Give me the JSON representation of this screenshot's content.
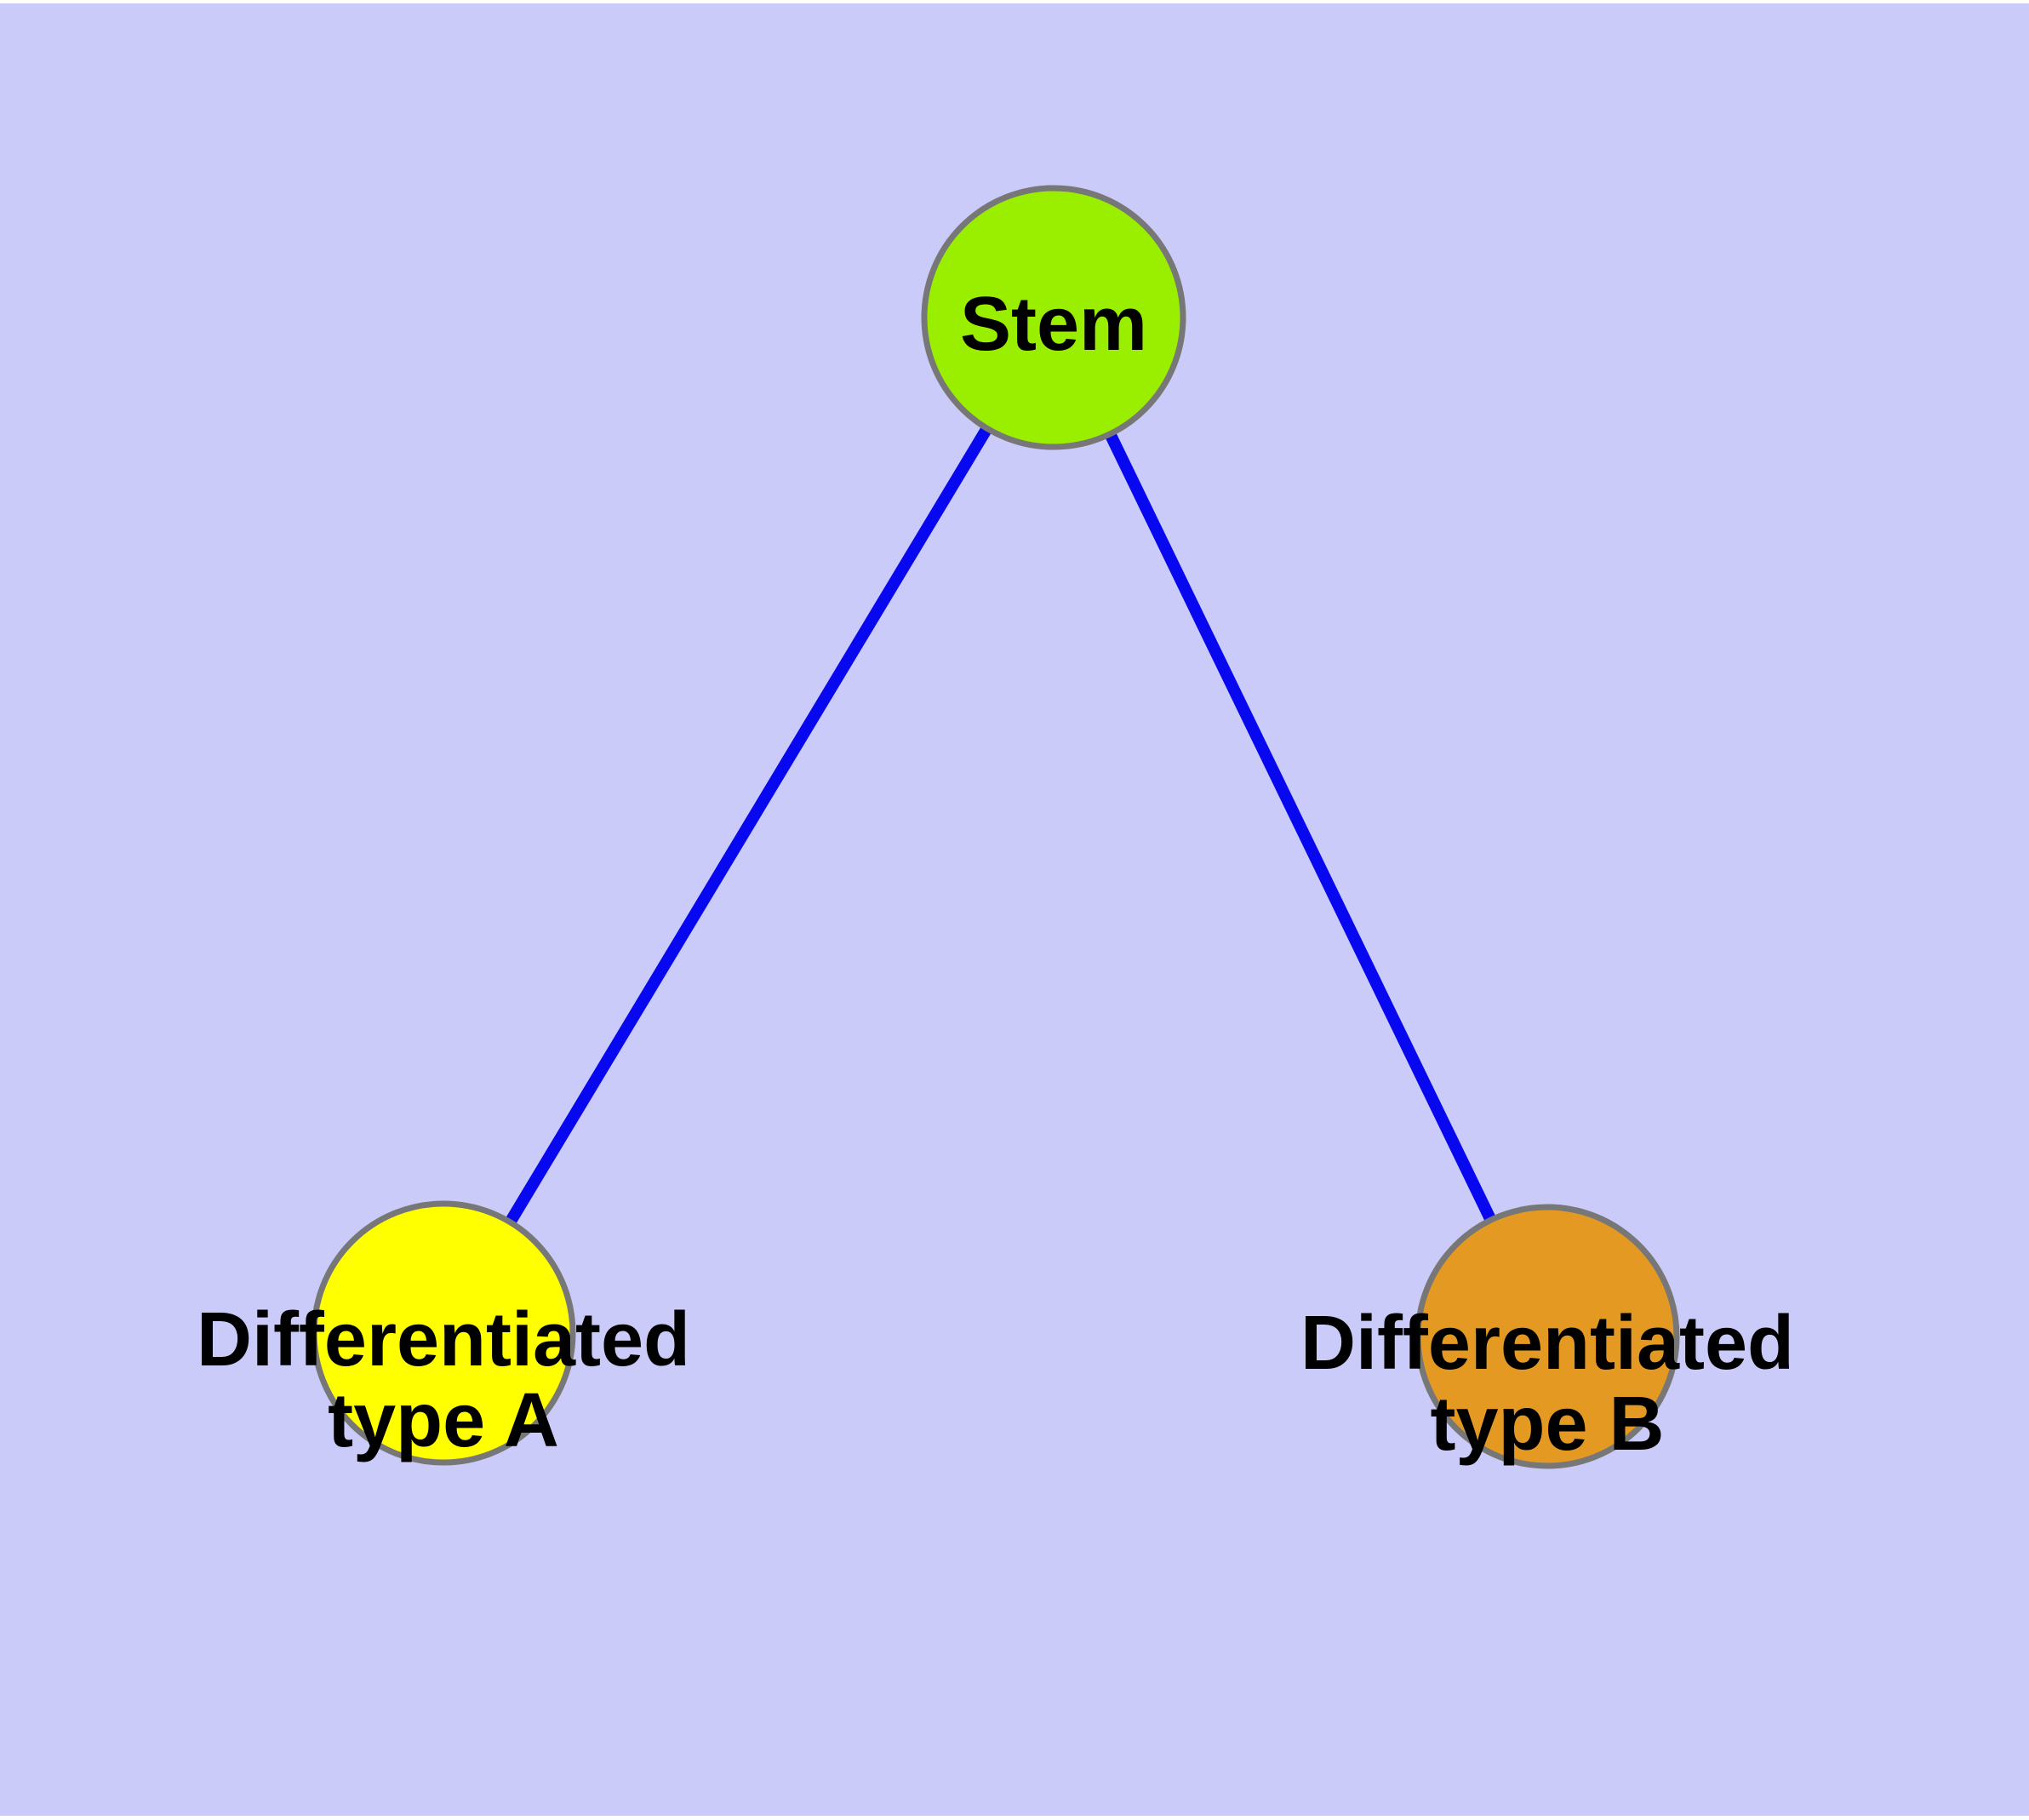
{
  "title": "Stem cell differentiation graph",
  "colors": {
    "page_margin": "#FFFFFF",
    "background": "#CBCBF9",
    "edge": "#0808F0",
    "node_border": "#777777",
    "label_text": "#000000",
    "stem_fill": "#9AEE00",
    "type_a_fill": "#FFFF00",
    "type_b_fill": "#E49A22"
  },
  "nodes": [
    {
      "id": "stem",
      "label": "Stem",
      "lines": {
        "0": "Stem"
      },
      "fill": "#9AEE00"
    },
    {
      "id": "differentiated-type-a",
      "label": "Differentiated type A",
      "lines": {
        "0": "Differentiated",
        "1": "type A"
      },
      "fill": "#FFFF00"
    },
    {
      "id": "differentiated-type-b",
      "label": "Differentiated type B",
      "lines": {
        "0": "Differentiated",
        "1": "type B"
      },
      "fill": "#E49A22"
    }
  ],
  "edges": [
    {
      "from": "stem",
      "to": "differentiated-type-a"
    },
    {
      "from": "stem",
      "to": "differentiated-type-b"
    }
  ]
}
